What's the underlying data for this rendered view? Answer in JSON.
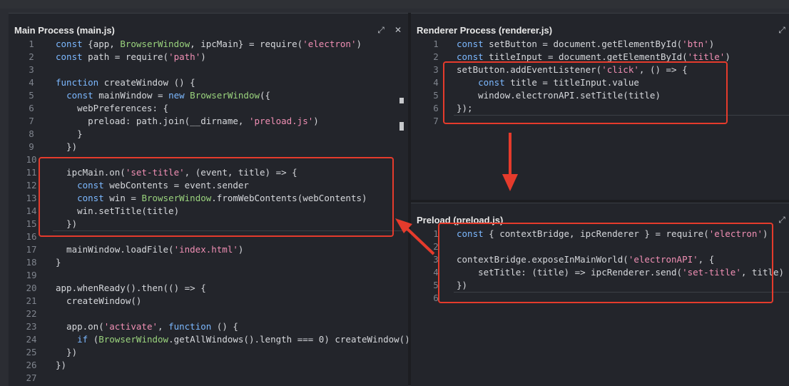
{
  "colors": {
    "accent": "#e53b2c",
    "keyword": "#7cb8ff",
    "class": "#9ad37d",
    "string": "#f08fb4"
  },
  "panels": {
    "main": {
      "title": "Main Process (main.js)",
      "expand_icon": "expand-icon",
      "close_icon": "close-icon",
      "lines": [
        {
          "n": "1",
          "tokens": [
            {
              "t": "const",
              "c": "kw"
            },
            {
              "t": " {app, "
            },
            {
              "t": "BrowserWindow",
              "c": "cls"
            },
            {
              "t": ", ipcMain} = require("
            },
            {
              "t": "'electron'",
              "c": "str"
            },
            {
              "t": ")"
            }
          ]
        },
        {
          "n": "2",
          "tokens": [
            {
              "t": "const",
              "c": "kw"
            },
            {
              "t": " path = require("
            },
            {
              "t": "'path'",
              "c": "str"
            },
            {
              "t": ")"
            }
          ]
        },
        {
          "n": "3",
          "tokens": []
        },
        {
          "n": "4",
          "tokens": [
            {
              "t": "function",
              "c": "kw"
            },
            {
              "t": " createWindow () {"
            }
          ]
        },
        {
          "n": "5",
          "tokens": [
            {
              "t": "  "
            },
            {
              "t": "const",
              "c": "kw"
            },
            {
              "t": " mainWindow = "
            },
            {
              "t": "new",
              "c": "kw"
            },
            {
              "t": " "
            },
            {
              "t": "BrowserWindow",
              "c": "cls"
            },
            {
              "t": "({"
            }
          ]
        },
        {
          "n": "6",
          "tokens": [
            {
              "t": "    webPreferences: {"
            }
          ]
        },
        {
          "n": "7",
          "tokens": [
            {
              "t": "      preload: path.join(__dirname, "
            },
            {
              "t": "'preload.js'",
              "c": "str"
            },
            {
              "t": ")"
            }
          ]
        },
        {
          "n": "8",
          "tokens": [
            {
              "t": "    }"
            }
          ]
        },
        {
          "n": "9",
          "tokens": [
            {
              "t": "  })"
            }
          ]
        },
        {
          "n": "10",
          "tokens": []
        },
        {
          "n": "11",
          "tokens": [
            {
              "t": "  ipcMain.on("
            },
            {
              "t": "'set-title'",
              "c": "str"
            },
            {
              "t": ", (event, title) => {"
            }
          ]
        },
        {
          "n": "12",
          "tokens": [
            {
              "t": "    "
            },
            {
              "t": "const",
              "c": "kw"
            },
            {
              "t": " webContents = event.sender"
            }
          ]
        },
        {
          "n": "13",
          "tokens": [
            {
              "t": "    "
            },
            {
              "t": "const",
              "c": "kw"
            },
            {
              "t": " win = "
            },
            {
              "t": "BrowserWindow",
              "c": "cls"
            },
            {
              "t": ".fromWebContents(webContents)"
            }
          ]
        },
        {
          "n": "14",
          "tokens": [
            {
              "t": "    win.setTitle(title)"
            }
          ]
        },
        {
          "n": "15",
          "tokens": [
            {
              "t": "  })"
            }
          ]
        },
        {
          "n": "16",
          "tokens": []
        },
        {
          "n": "17",
          "tokens": [
            {
              "t": "  mainWindow.loadFile("
            },
            {
              "t": "'index.html'",
              "c": "str"
            },
            {
              "t": ")"
            }
          ]
        },
        {
          "n": "18",
          "tokens": [
            {
              "t": "}"
            }
          ]
        },
        {
          "n": "19",
          "tokens": []
        },
        {
          "n": "20",
          "tokens": [
            {
              "t": "app.whenReady().then(() => {"
            }
          ]
        },
        {
          "n": "21",
          "tokens": [
            {
              "t": "  createWindow()"
            }
          ]
        },
        {
          "n": "22",
          "tokens": []
        },
        {
          "n": "23",
          "tokens": [
            {
              "t": "  app.on("
            },
            {
              "t": "'activate'",
              "c": "str"
            },
            {
              "t": ", "
            },
            {
              "t": "function",
              "c": "kw"
            },
            {
              "t": " () {"
            }
          ]
        },
        {
          "n": "24",
          "tokens": [
            {
              "t": "    "
            },
            {
              "t": "if",
              "c": "kw"
            },
            {
              "t": " ("
            },
            {
              "t": "BrowserWindow",
              "c": "cls"
            },
            {
              "t": ".getAllWindows().length === 0) createWindow()"
            }
          ]
        },
        {
          "n": "25",
          "tokens": [
            {
              "t": "  })"
            }
          ]
        },
        {
          "n": "26",
          "tokens": [
            {
              "t": "})"
            }
          ]
        },
        {
          "n": "27",
          "tokens": []
        }
      ]
    },
    "renderer": {
      "title": "Renderer Process (renderer.js)",
      "expand_icon": "expand-icon",
      "lines": [
        {
          "n": "1",
          "tokens": [
            {
              "t": "const",
              "c": "kw"
            },
            {
              "t": " setButton = document.getElementById("
            },
            {
              "t": "'btn'",
              "c": "str"
            },
            {
              "t": ")"
            }
          ]
        },
        {
          "n": "2",
          "tokens": [
            {
              "t": "const",
              "c": "kw"
            },
            {
              "t": " titleInput = document.getElementById("
            },
            {
              "t": "'title'",
              "c": "str"
            },
            {
              "t": ")"
            }
          ]
        },
        {
          "n": "3",
          "tokens": [
            {
              "t": "setButton.addEventListener("
            },
            {
              "t": "'click'",
              "c": "str"
            },
            {
              "t": ", () => {"
            }
          ]
        },
        {
          "n": "4",
          "tokens": [
            {
              "t": "    "
            },
            {
              "t": "const",
              "c": "kw"
            },
            {
              "t": " title = titleInput.value"
            }
          ]
        },
        {
          "n": "5",
          "tokens": [
            {
              "t": "    window.electronAPI.setTitle(title)"
            }
          ]
        },
        {
          "n": "6",
          "tokens": [
            {
              "t": "});"
            }
          ]
        },
        {
          "n": "7",
          "tokens": []
        }
      ]
    },
    "preload": {
      "title": "Preload (preload.js)",
      "expand_icon": "expand-icon",
      "lines": [
        {
          "n": "1",
          "tokens": [
            {
              "t": "const",
              "c": "kw"
            },
            {
              "t": " { contextBridge, ipcRenderer } = require("
            },
            {
              "t": "'electron'",
              "c": "str"
            },
            {
              "t": ")"
            }
          ]
        },
        {
          "n": "2",
          "tokens": []
        },
        {
          "n": "3",
          "tokens": [
            {
              "t": "contextBridge.exposeInMainWorld("
            },
            {
              "t": "'electronAPI'",
              "c": "str"
            },
            {
              "t": ", {"
            }
          ]
        },
        {
          "n": "4",
          "tokens": [
            {
              "t": "    setTitle: (title) => ipcRenderer.send("
            },
            {
              "t": "'set-title'",
              "c": "str"
            },
            {
              "t": ", title)"
            }
          ]
        },
        {
          "n": "5",
          "tokens": [
            {
              "t": "})"
            }
          ]
        },
        {
          "n": "6",
          "tokens": []
        }
      ]
    }
  }
}
